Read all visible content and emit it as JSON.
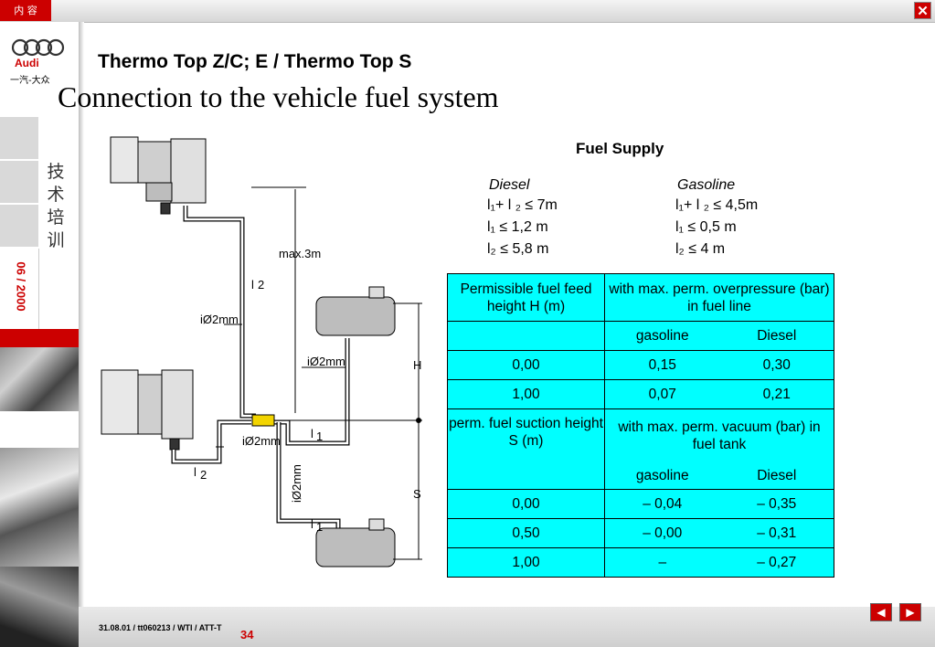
{
  "window": {
    "menu_label": "内 容",
    "close_label": "✕"
  },
  "sidebar": {
    "brand": "Audi",
    "brand_cn": "一汽-大众",
    "section_label": "技术培训",
    "date": "06 / 2000"
  },
  "header": {
    "subtitle": "Thermo Top Z/C; E / Thermo Top S",
    "title": "Connection to the vehicle fuel system"
  },
  "fuel_supply": {
    "heading": "Fuel Supply",
    "diesel": {
      "label": "Diesel",
      "l1_plus_l2": "l₁+ l ₂ ≤  7m",
      "l1": "l₁ ≤ 1,2 m",
      "l2": "l₂ ≤ 5,8 m"
    },
    "gasoline": {
      "label": "Gasoline",
      "l1_plus_l2": "l₁+ l ₂ ≤  4,5m",
      "l1": "l₁ ≤ 0,5 m",
      "l2": "l₂ ≤ 4 m"
    }
  },
  "table": {
    "feed": {
      "label": "Permissible fuel feed height H (m)",
      "header": "with max. perm. overpressure (bar) in fuel line",
      "col_gasoline": "gasoline",
      "col_diesel": "Diesel",
      "rows": [
        [
          "0,00",
          "0,15",
          "0,30"
        ],
        [
          "1,00",
          "0,07",
          "0,21"
        ]
      ]
    },
    "suction": {
      "label": "perm. fuel suction height S (m)",
      "header": "with max. perm. vacuum (bar) in fuel tank",
      "col_gasoline": "gasoline",
      "col_diesel": "Diesel",
      "rows": [
        [
          "0,00",
          "– 0,04",
          "– 0,35"
        ],
        [
          "0,50",
          "– 0,00",
          "– 0,31"
        ],
        [
          "1,00",
          "–",
          "– 0,27"
        ]
      ]
    }
  },
  "diagram": {
    "max": "max.3m",
    "l2": "l",
    "l2_sub": "2",
    "l1": "l",
    "l1_sub": "1",
    "pipe": "iØ2mm",
    "H": "H",
    "S": "S"
  },
  "footer": {
    "ref": "31.08.01 / tt060213 / WTI / ATT-T",
    "page": "34"
  },
  "nav": {
    "prev": "◀",
    "next": "▶"
  },
  "colors": {
    "accent": "#cc0000",
    "table_bg": "#00ffff"
  }
}
